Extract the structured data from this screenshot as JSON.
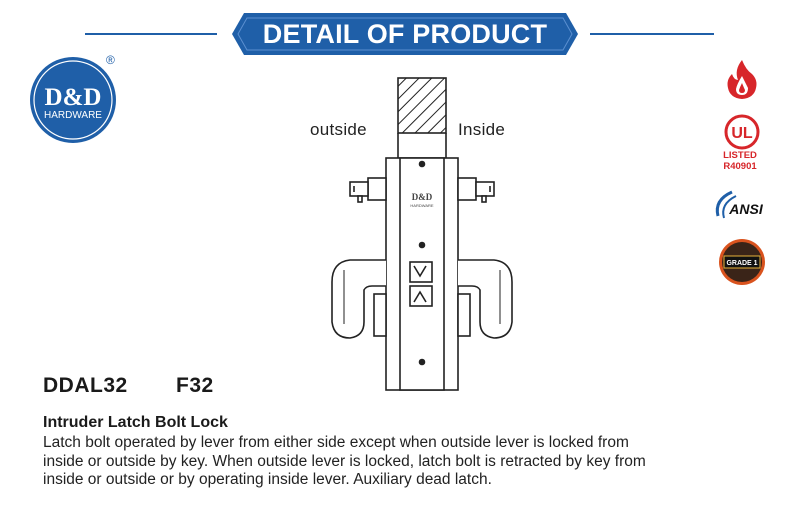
{
  "header": {
    "title": "DETAIL OF PRODUCT",
    "accent": "#1f5fa8"
  },
  "logo": {
    "brand": "D&D",
    "sub": "HARDWARE",
    "reg": "®",
    "color": "#1f5fa8"
  },
  "drawing": {
    "label_outside": "outside",
    "label_inside": "Inside",
    "faceplate_mark": "D&D",
    "faceplate_sub": "HARDWARE"
  },
  "model": {
    "code": "DDAL32",
    "function": "F32"
  },
  "product": {
    "name": "Intruder Latch Bolt Lock",
    "lines": [
      "Latch bolt operated by lever from either side except when outside lever is locked from",
      "inside or outside by key. When outside lever is locked, latch bolt is retracted by key from",
      "inside or outside or by operating inside lever. Auxiliary dead latch."
    ]
  },
  "certifications": {
    "fire_icon": "flame-icon",
    "ul_listed": "LISTED",
    "ul_number": "R40901",
    "ul_mark": "UL",
    "ansi": "ANSI",
    "grade": "GRADE 1",
    "fire_color": "#d7262a"
  }
}
